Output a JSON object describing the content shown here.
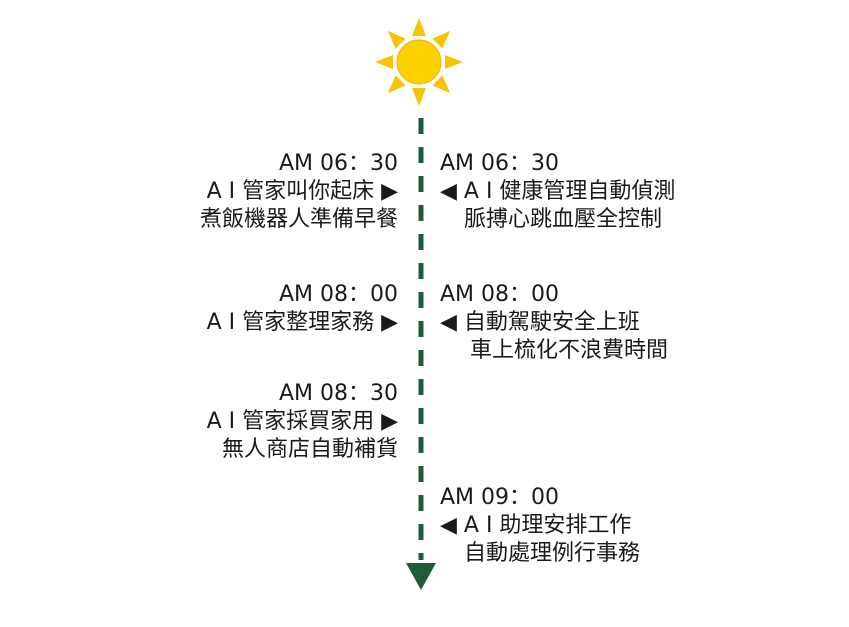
{
  "colors": {
    "sun_core": "#fbd100",
    "sun_rays": "#f6c400",
    "timeline": "#1f5c3a",
    "text": "#1a1a1a"
  },
  "icons": {
    "sun": "sun-icon",
    "arrow": "arrow-down-icon"
  },
  "timeline": {
    "left": [
      {
        "time": "AM 06：30",
        "line1": "A I 管家叫你起床 ▶",
        "line2": "煮飯機器人準備早餐"
      },
      {
        "time": "AM 08：00",
        "line1": "A I 管家整理家務 ▶",
        "line2": ""
      },
      {
        "time": "AM 08：30",
        "line1": "A I 管家採買家用 ▶",
        "line2": "無人商店自動補貨"
      }
    ],
    "right": [
      {
        "time": "AM 06：30",
        "line1": "◀ A I 健康管理自動偵測",
        "line2": "脈搏心跳血壓全控制"
      },
      {
        "time": "AM 08：00",
        "line1": "◀ 自動駕駛安全上班",
        "line2": "車上梳化不浪費時間"
      },
      {
        "time": "AM 09：00",
        "line1": "◀ A I 助理安排工作",
        "line2": "自動處理例行事務"
      }
    ]
  }
}
